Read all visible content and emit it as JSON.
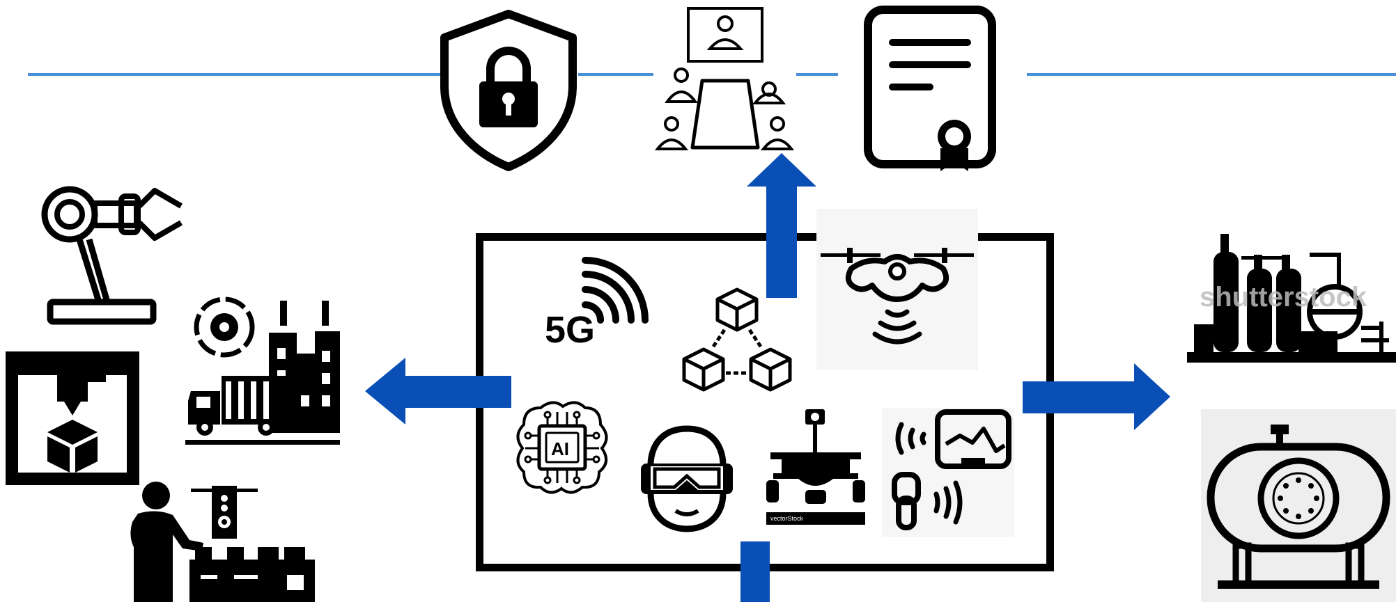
{
  "colors": {
    "accent_line": "#4a90d9",
    "arrow_blue": "#0a4fb5",
    "ink": "#000000",
    "background": "#ffffff"
  },
  "top_icons": [
    "shield-lock-icon",
    "meeting-icon",
    "certificate-icon"
  ],
  "left_icons": [
    "robot-arm-icon",
    "factory-logistics-icon",
    "3d-printer-icon",
    "operator-machine-icon"
  ],
  "right_icons": [
    "refinery-icon",
    "storage-tank-icon"
  ],
  "center": {
    "icons": [
      "5g-icon",
      "blockchain-icon",
      "drone-icon",
      "ai-chip-icon",
      "vr-headset-icon",
      "rover-icon",
      "iot-sensors-icon"
    ],
    "labels": {
      "fiveg": "5G",
      "ai": "AI",
      "rover_mark": "vectorStock"
    }
  },
  "arrows": [
    "up",
    "left",
    "right",
    "down"
  ],
  "watermarks": {
    "refinery": "shutterstock"
  }
}
